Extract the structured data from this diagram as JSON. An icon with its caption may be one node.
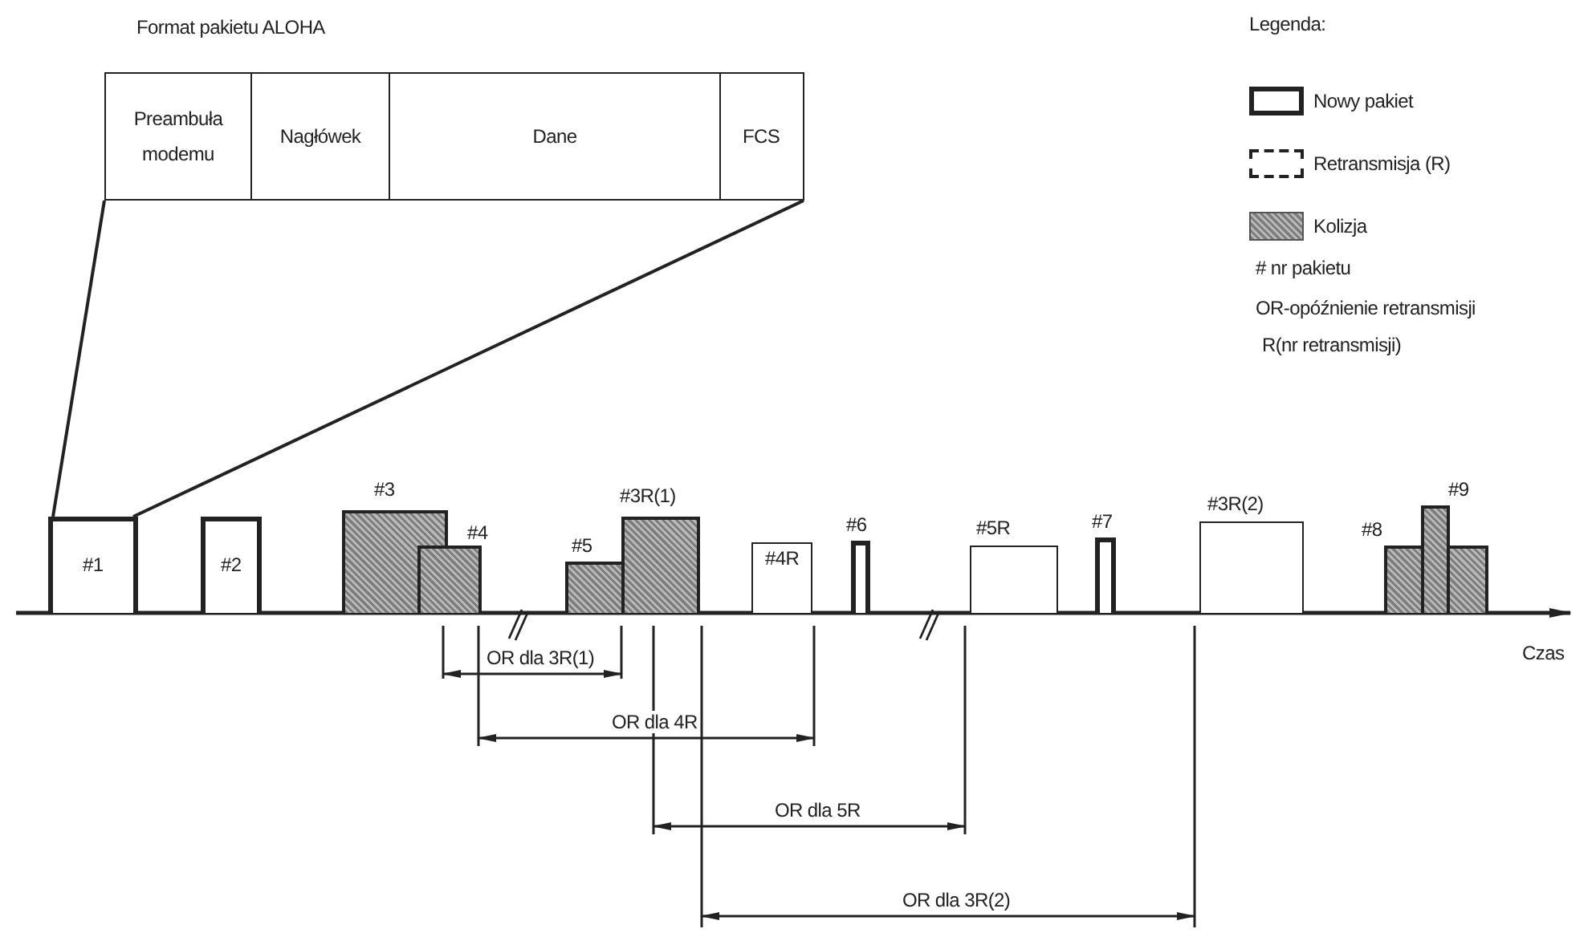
{
  "diagram": {
    "nodes": [
      {
        "text": [
          "Format pakietu ALOHA"
        ]
      },
      {
        "text": [
          "Preambuła modemu"
        ],
        "in": 0
      },
      {
        "text": [
          "Nagłówek"
        ],
        "in": 0
      },
      {
        "text": [
          "Dane"
        ],
        "in": 0
      },
      {
        "text": [
          "FCS"
        ],
        "in": 0
      },
      {
        "text": [
          "#1"
        ]
      },
      {
        "text": [
          "#2"
        ]
      },
      {
        "text": [
          "#3"
        ]
      },
      {
        "text": [
          "#4"
        ]
      },
      {
        "text": [
          "#5"
        ]
      },
      {
        "text": [
          "#3R(1)"
        ]
      },
      {
        "text": [
          "#4R"
        ]
      },
      {
        "text": [
          "#6"
        ]
      },
      {
        "text": [
          "#5R"
        ]
      },
      {
        "text": [
          "#7"
        ]
      },
      {
        "text": [
          "#3R(2)"
        ]
      },
      {
        "text": [
          "#8"
        ]
      },
      {
        "text": [
          "#9"
        ]
      }
    ],
    "edges": [
      {
        "from": 5,
        "to": 0,
        "arrow": "none"
      },
      {
        "from": 5,
        "to": 0,
        "arrow": "none"
      }
    ],
    "labels": [
      "Legenda:",
      "# nr pakietu",
      "OR-opóźnienie retransmisji",
      "R(nr retransmisji)",
      "Czas",
      "OR dla 3R(1)",
      "OR dla 4R",
      "OR dla 5R",
      "OR dla 3R(2)"
    ],
    "legend": [
      {
        "text": "Nowy pakiet"
      },
      {
        "text": "Retransmisja (R)"
      },
      {
        "text": "Kolizja"
      }
    ]
  }
}
